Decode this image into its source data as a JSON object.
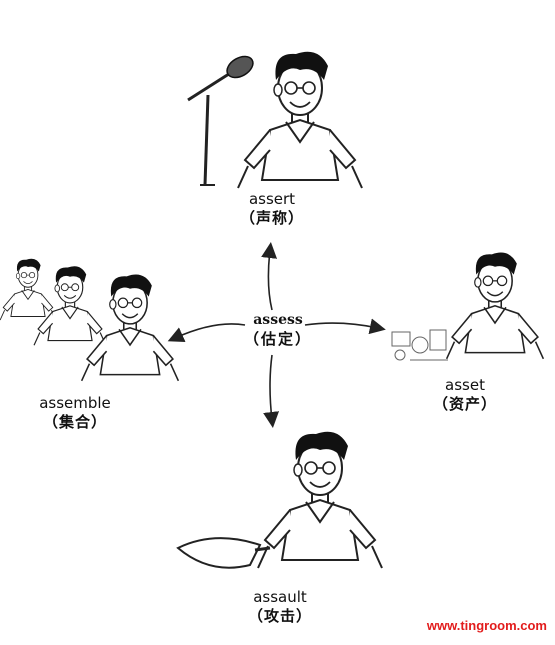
{
  "center": {
    "word": "assess",
    "meaning": "（估定）"
  },
  "nodes": {
    "top": {
      "word": "assert",
      "meaning": "（声称）"
    },
    "left": {
      "word": "assemble",
      "meaning": "（集合）"
    },
    "right": {
      "word": "asset",
      "meaning": "（资产）"
    },
    "bottom": {
      "word": "assault",
      "meaning": "（攻击）"
    }
  },
  "watermark": "www.tingroom.com"
}
